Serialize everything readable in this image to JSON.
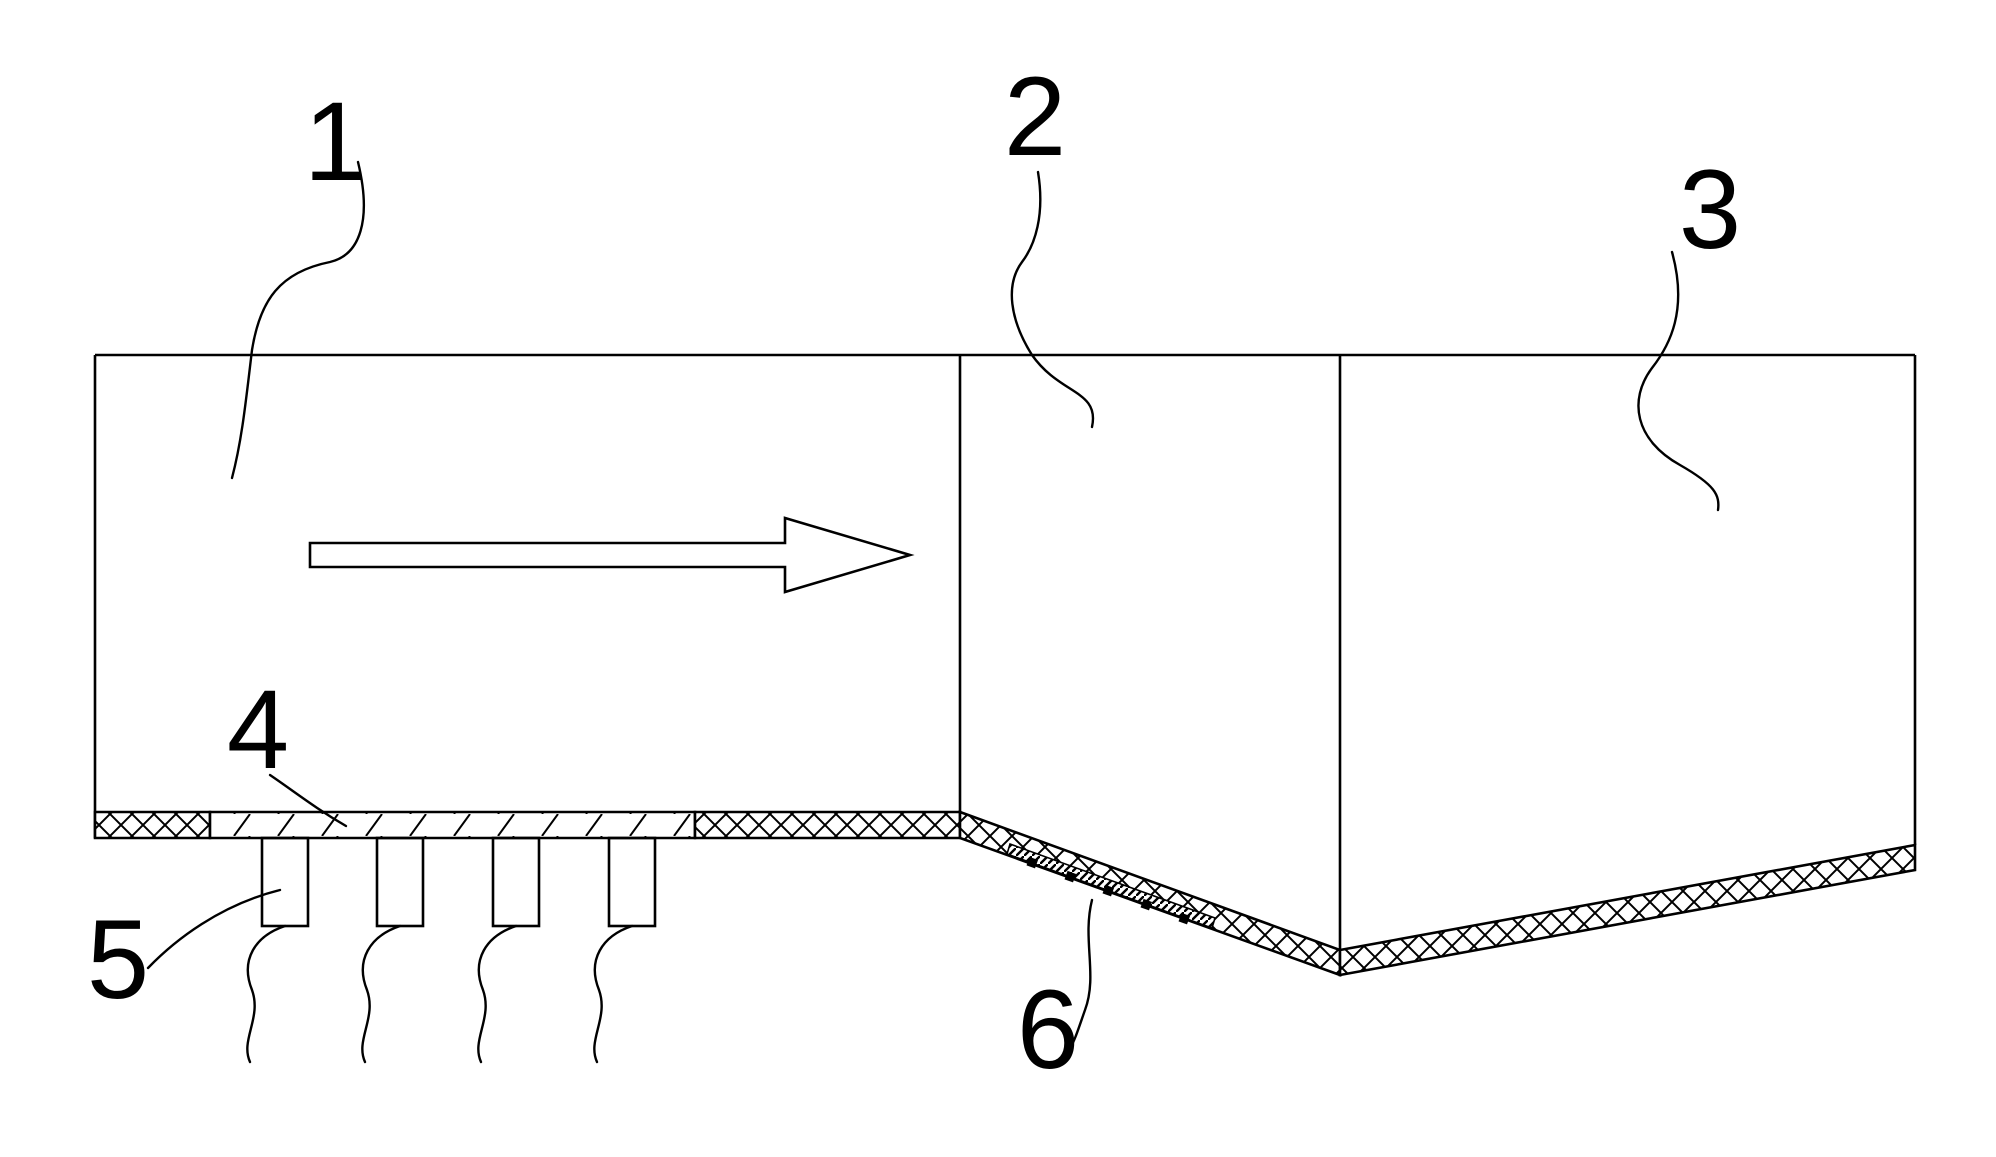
{
  "callouts": {
    "label_1": "1",
    "label_2": "2",
    "label_3": "3",
    "label_4": "4",
    "label_5": "5",
    "label_6": "6"
  },
  "colors": {
    "stroke": "#000000",
    "background": "#ffffff"
  },
  "icons": {
    "flow_arrow": "flow-direction-arrow-icon"
  }
}
